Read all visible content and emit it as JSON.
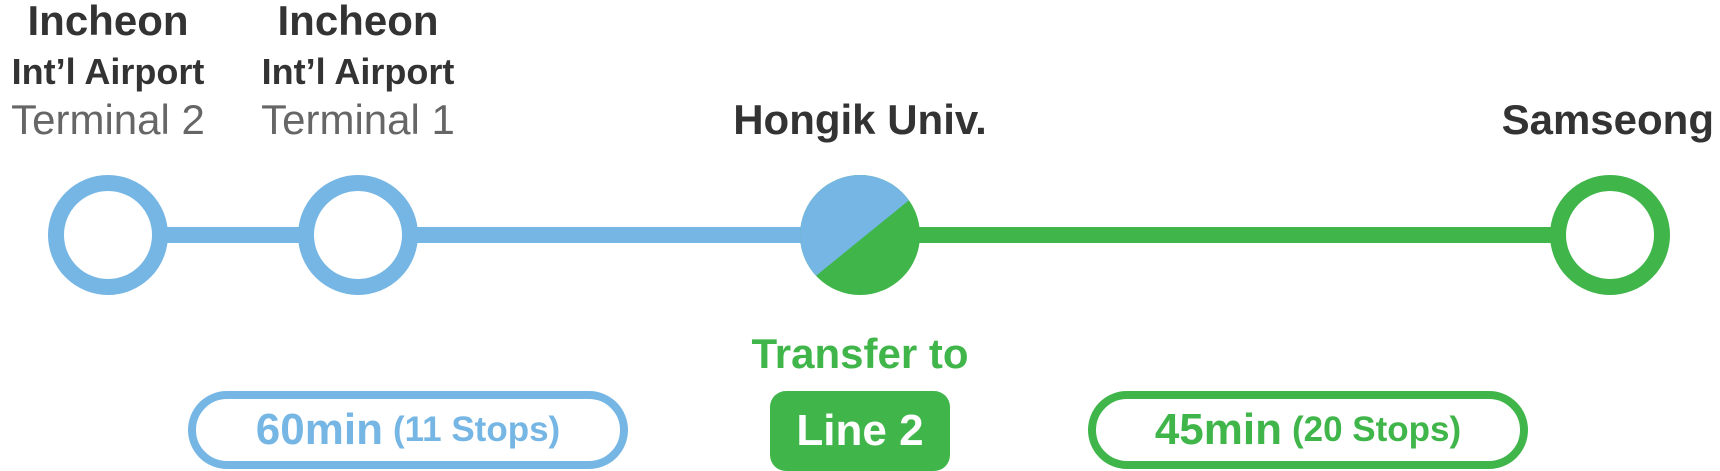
{
  "colors": {
    "airport_line": "#76b6e4",
    "line2": "#3fb54a",
    "text_dark": "#333333",
    "text_gray": "#666666",
    "background": "#ffffff"
  },
  "stations": {
    "terminal2": {
      "line1": "Incheon",
      "line2": "Int’l Airport",
      "line3": "Terminal 2"
    },
    "terminal1": {
      "line1": "Incheon",
      "line2": "Int’l Airport",
      "line3": "Terminal 1"
    },
    "hongik": {
      "name": "Hongik Univ."
    },
    "samseong": {
      "name": "Samseong"
    }
  },
  "transfer": {
    "label": "Transfer to",
    "line": "Line 2"
  },
  "segments": {
    "airport": {
      "time": "60min",
      "stops": "(11 Stops)"
    },
    "line2": {
      "time": "45min",
      "stops": "(20 Stops)"
    }
  }
}
